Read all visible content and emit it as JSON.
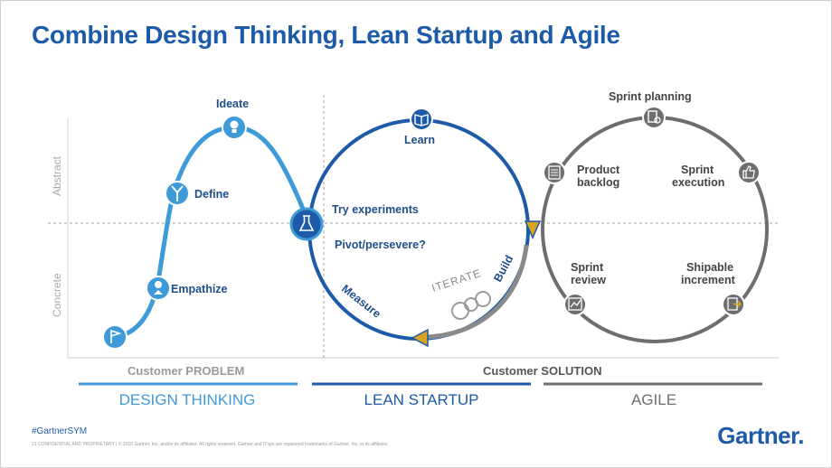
{
  "title": "Combine Design Thinking, Lean Startup and Agile",
  "axis": {
    "top": "Abstract",
    "bottom": "Concrete"
  },
  "design_thinking": {
    "stages": [
      "Empathize",
      "Define",
      "Ideate"
    ],
    "label": "DESIGN THINKING",
    "caption": "Customer PROBLEM"
  },
  "lean_startup": {
    "labels": [
      "Learn",
      "Try experiments",
      "Pivot/persevere?",
      "Build",
      "Measure",
      "ITERATE"
    ],
    "label": "LEAN STARTUP"
  },
  "agile": {
    "labels": {
      "sprint_planning": "Sprint planning",
      "product_line1": "Product",
      "product_line2": "backlog",
      "execution_line1": "Sprint",
      "execution_line2": "execution",
      "review_line1": "Sprint",
      "review_line2": "review",
      "shipable_line1": "Shipable",
      "shipable_line2": "increment"
    },
    "label": "AGILE"
  },
  "solution_caption": "Customer SOLUTION",
  "footer": {
    "hashtag": "#GartnerSYM",
    "legal": "21   CONFIDENTIAL AND PROPRIETARY  |  © 2016 Gartner, Inc. and/or its affiliates. All rights reserved. Gartner and ITxpo are registered trademarks of Gartner, Inc. or its affiliates.",
    "brand": "Gartner",
    "brand_dot": "."
  },
  "colors": {
    "dark_blue": "#1d5aa8",
    "light_blue": "#3f9ad8",
    "gray": "#6e6e6e",
    "gold": "#d9a520"
  },
  "icons": [
    "flag-icon",
    "person-pin-icon",
    "split-arrows-icon",
    "lightbulb-icon",
    "beaker-icon",
    "book-icon",
    "document-search-icon",
    "list-icon",
    "thumbs-up-icon",
    "chart-icon",
    "exit-box-icon"
  ]
}
